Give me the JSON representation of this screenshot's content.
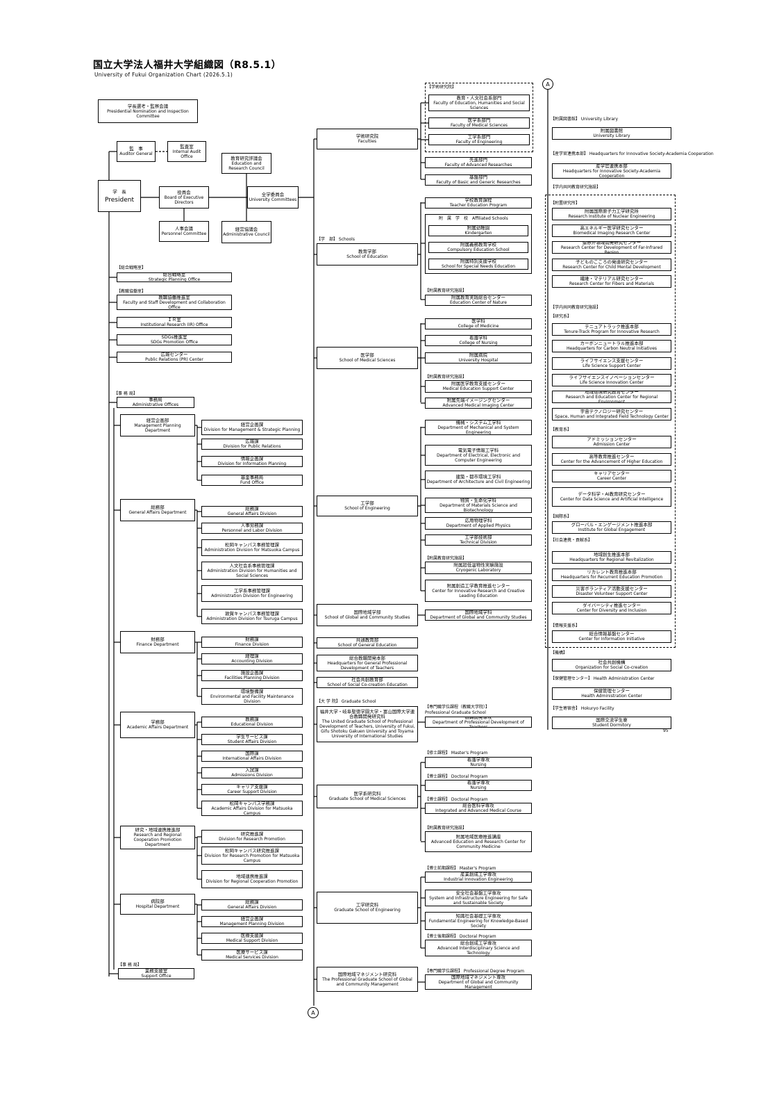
{
  "header": {
    "title": "国立大学法人福井大学組織図（R8.5.1）",
    "subtitle": "University of Fukui Organization Chart (2026.5.1)"
  },
  "connector_label": "A",
  "page_number": "95",
  "executive": {
    "nomination": {
      "ja": "学長選考・監察会議",
      "en": "Presidential Nomination and Inspection Committee"
    },
    "auditor": {
      "ja": "監　事",
      "en": "Auditor General"
    },
    "audit_office": {
      "ja": "監査室",
      "en": "Internal Audit Office"
    },
    "president": {
      "ja": "学　長",
      "en": "President"
    },
    "board": {
      "ja": "役員会",
      "en": "Board of Executive Directors"
    },
    "personnel": {
      "ja": "人事会議",
      "en": "Personnel Committee"
    },
    "education_research_council": {
      "ja": "教育研究評議会",
      "en": "Education and Research Council"
    },
    "admin_council": {
      "ja": "経営協議会",
      "en": "Administrative Council"
    },
    "university_committees": {
      "ja": "全学委員会",
      "en": "University Committees"
    }
  },
  "left_offices": {
    "strategic_label": "【総合戦略室】",
    "strategic": {
      "ja": "総合戦略室",
      "en": "Strategic Planning Office"
    },
    "collab_label": "【教職協働室】",
    "collab": {
      "ja": "教職協働推進室",
      "en": "Faculty and Staff Development and Collaboration Office"
    },
    "ir": {
      "ja": "ＩＲ室",
      "en": "Institutional Research (IR) Office"
    },
    "sdgs": {
      "ja": "SDGs推進室",
      "en": "SDGs Promotion Office"
    },
    "pr": {
      "ja": "広報センター",
      "en": "Public Relations (PR) Center"
    }
  },
  "admin": {
    "label": "【事 務 局】",
    "offices": {
      "ja": "事務局",
      "en": "Administrative Offices"
    },
    "departments": [
      {
        "ja": "経営企画部",
        "en": "Management Planning Department",
        "divisions": [
          {
            "ja": "経営企画課",
            "en": "Division for Management & Strategic Planning"
          },
          {
            "ja": "広報課",
            "en": "Division for Public Relations"
          },
          {
            "ja": "情報企画課",
            "en": "Division for Information Planning"
          },
          {
            "ja": "基金事務局",
            "en": "Fund Office"
          }
        ]
      },
      {
        "ja": "総務部",
        "en": "General Affairs Department",
        "divisions": [
          {
            "ja": "総務課",
            "en": "General Affairs Division"
          },
          {
            "ja": "人事労務課",
            "en": "Personnel and Labor Division"
          },
          {
            "ja": "松岡キャンパス事務管理課",
            "en": "Administration Division for Matsuoka Campus"
          },
          {
            "ja": "人文社会系事務管理課",
            "en": "Administration Division for Humanities and Social Sciences"
          },
          {
            "ja": "工学系事務管理課",
            "en": "Administration Division for Engineering"
          },
          {
            "ja": "敦賀キャンパス事務管理課",
            "en": "Administration Division for Tsuruga Campus"
          }
        ]
      },
      {
        "ja": "財務部",
        "en": "Finance Department",
        "divisions": [
          {
            "ja": "財務課",
            "en": "Finance Division"
          },
          {
            "ja": "経理課",
            "en": "Accounting Division"
          },
          {
            "ja": "施設企画課",
            "en": "Facilities Planning Division"
          },
          {
            "ja": "環境整備課",
            "en": "Environmental and Facility Maintenance Division"
          }
        ]
      },
      {
        "ja": "学務部",
        "en": "Academic Affairs Department",
        "divisions": [
          {
            "ja": "教務課",
            "en": "Educational Division"
          },
          {
            "ja": "学生サービス課",
            "en": "Student Affairs Division"
          },
          {
            "ja": "国際課",
            "en": "International Affairs Division"
          },
          {
            "ja": "入試課",
            "en": "Admissions Division"
          },
          {
            "ja": "キャリア支援課",
            "en": "Career Support Division"
          },
          {
            "ja": "松岡キャンパス学務課",
            "en": "Academic Affairs Division for Matsuoka Campus"
          }
        ]
      },
      {
        "ja": "研究・地域連携推進部",
        "en": "Research and Regional Cooperation Promotion Department",
        "divisions": [
          {
            "ja": "研究推進課",
            "en": "Division for Research Promotion"
          },
          {
            "ja": "松岡キャンパス研究推進課",
            "en": "Division for Research Promotion for Matsuoka Campus"
          },
          {
            "ja": "地域連携推進課",
            "en": "Division for Regional Cooperation Promotion"
          }
        ]
      },
      {
        "ja": "病院部",
        "en": "Hospital Department",
        "divisions": [
          {
            "ja": "総務課",
            "en": "General Affairs Division"
          },
          {
            "ja": "経営企画課",
            "en": "Management Planning Division"
          },
          {
            "ja": "医療支援課",
            "en": "Medical Support Division"
          },
          {
            "ja": "医療サービス課",
            "en": "Medical Services Division"
          }
        ]
      }
    ],
    "support_label": "【事 務 局】",
    "support": {
      "ja": "業務支援室",
      "en": "Support Office"
    }
  },
  "middle": {
    "faculties": {
      "ja": "学術研究院",
      "en": "Faculties"
    },
    "schools_label": "【学　部】 Schools",
    "schools": [
      {
        "ja": "教育学部",
        "en": "School of Education"
      },
      {
        "ja": "医学部",
        "en": "School of Medical Sciences"
      },
      {
        "ja": "工学部",
        "en": "School of Engineering"
      },
      {
        "ja": "国際地域学部",
        "en": "School of Global and Community Studies"
      }
    ],
    "general_education": {
      "ja": "共通教育部",
      "en": "School of General Education"
    },
    "teacher_hq": {
      "ja": "総合教職開発本部",
      "en": "Headquarters for General Professional Development of Teachers"
    },
    "social_cocreation": {
      "ja": "社会共創教育部",
      "en": "School of Social Co-creation Education"
    },
    "graduate_label": "【大 学 院】 Graduate School",
    "united": {
      "ja": "福井大学・岐阜聖徳学園大学・富山国際大学連合教職開発研究科",
      "en": "The United Graduate School of Professional Development of Teachers, University of Fukui, Gifu Shotoku Gakuen University and Toyama University of International Studies"
    },
    "med_grad": {
      "ja": "医学系研究科",
      "en": "Graduate School of Medical Sciences"
    },
    "eng_grad": {
      "ja": "工学研究科",
      "en": "Graduate School of Engineering"
    },
    "global_grad": {
      "ja": "国際地域マネジメント研究科",
      "en": "The Professional Graduate School of Global and Community Management"
    }
  },
  "right": {
    "faculty_dept_label": "【学術研究院】",
    "faculty_depts": [
      {
        "ja": "教育・人文社会系部門",
        "en": "Faculty of Education, Humanities and Social Sciences"
      },
      {
        "ja": "医学系部門",
        "en": "Faculty of Medical Sciences"
      },
      {
        "ja": "工学系部門",
        "en": "Faculty of Engineering"
      }
    ],
    "advanced": {
      "ja": "先進部門",
      "en": "Faculty of Advanced Researches"
    },
    "basic": {
      "ja": "基盤部門",
      "en": "Faculty of Basic and Generic Researches"
    },
    "teacher_program": {
      "ja": "学校教育課程",
      "en": "Teacher Education Program"
    },
    "attached_label": "附　属　学　校　Affiliated Schools",
    "attached": [
      {
        "ja": "附属幼稚園",
        "en": "Kindergarten"
      },
      {
        "ja": "附属義務教育学校",
        "en": "Compulsory Education School"
      },
      {
        "ja": "附属特別支援学校",
        "en": "School for Special Needs Education"
      }
    ],
    "edu_facility_label": "【附属教育研究施設】",
    "edu_nature": {
      "ja": "附属教育実践総合センター",
      "en": "Education Center of Nature"
    },
    "med_sub": [
      {
        "ja": "医学科",
        "en": "College of Medicine"
      },
      {
        "ja": "看護学科",
        "en": "College of Nursing"
      },
      {
        "ja": "附属病院",
        "en": "University Hospital"
      }
    ],
    "med_facility_label": "【附属教育研究施設】",
    "med_facilities": [
      {
        "ja": "附属医学教育支援センター",
        "en": "Medical Education Support Center"
      },
      {
        "ja": "附属先端イメージングセンター",
        "en": "Advanced Medical Imaging Center"
      }
    ],
    "eng_depts": [
      {
        "ja": "機械・システム工学科",
        "en": "Department of Mechanical and System Engineering"
      },
      {
        "ja": "電気電子情報工学科",
        "en": "Department of Electrical, Electronic and Computer Engineering"
      },
      {
        "ja": "建築・都市環境工学科",
        "en": "Department of Architecture and Civil Engineering"
      },
      {
        "ja": "物質・生命化学科",
        "en": "Department of Materials Science and Biotechnology"
      },
      {
        "ja": "応用物理学科",
        "en": "Department of Applied Physics"
      },
      {
        "ja": "工学部技術部",
        "en": "Technical Division"
      }
    ],
    "eng_facility_label": "【附属教育研究施設】",
    "eng_facilities": [
      {
        "ja": "附属超低温物性実験施設",
        "en": "Cryogenic Laboratory"
      },
      {
        "ja": "附属創造工学教育推進センター",
        "en": "Center for Innovative Research and Creative Leading Education"
      }
    ],
    "global_dept": {
      "ja": "国際地域学科",
      "en": "Department of Global and Community Studies"
    },
    "prof_grad_label": "【専門職学位課程（教職大学院）】",
    "prof_grad_en": "Professional Graduate School",
    "prof_dept": {
      "ja": "教職開発専攻",
      "en": "Department of Professional Development of Teachers"
    },
    "med_masters_label": "【修士課程】 Master's Program",
    "med_masters": {
      "ja": "看護学専攻",
      "en": "Nursing"
    },
    "med_doctoral_label": "【博士課程】 Doctoral Program",
    "med_doctoral": {
      "ja": "看護学専攻",
      "en": "Nursing"
    },
    "med_doctoral2_label": "【博士課程】 Doctoral Program",
    "med_doctoral2": {
      "ja": "総合医科学専攻",
      "en": "Integrated and Advanced Medical Course"
    },
    "med_grad_facility_label": "【附属教育研究施設】",
    "med_grad_facility": {
      "ja": "附属地域医療推進講座",
      "en": "Advanced Education and Research Center for Community Medicine"
    },
    "eng_masters_label": "【博士前期課程】 Master's Program",
    "eng_masters": [
      {
        "ja": "産業創成工学専攻",
        "en": "Industrial Innovation Engineering"
      },
      {
        "ja": "安全社会基盤工学専攻",
        "en": "System and Infrastructure Engineering for Safe and Sustainable Society"
      },
      {
        "ja": "知識社会基礎工学専攻",
        "en": "Fundamental Engineering for Knowledge-Based Society"
      }
    ],
    "eng_doctoral_label": "【博士後期課程】 Doctoral Program",
    "eng_doctoral": {
      "ja": "総合創成工学専攻",
      "en": "Advanced Interdisciplinary Science and Technology"
    },
    "global_grad_label": "【専門職学位課程】 Professional Degree Program",
    "global_grad_dept": {
      "ja": "国際地域マネジメント専攻",
      "en": "Department of Global and Community Management"
    }
  },
  "far_right": {
    "library_label": "【附属図書館】 University Library",
    "library": {
      "ja": "附属図書館",
      "en": "University Library"
    },
    "hq_label": "【産学官連携本部】 Headquarters for Innovative Society-Academia Cooperation",
    "hq": {
      "ja": "産学官連携本部",
      "en": "Headquarters for Innovative Society-Academia Cooperation"
    },
    "shared_label": "【学内共同教育研究施設】",
    "inst_label": "【附置研究所】",
    "institutes": [
      {
        "ja": "附属国際原子力工学研究所",
        "en": "Research Institute of Nuclear Engineering"
      },
      {
        "ja": "高エネルギー医学研究センター",
        "en": "Biomedical Imaging Research Center"
      },
      {
        "ja": "遠赤外領域開発研究センター",
        "en": "Research Center for Development of Far-Infrared Region"
      },
      {
        "ja": "子どものこころの発達研究センター",
        "en": "Research Center for Child Mental Development"
      },
      {
        "ja": "繊維・マテリアル研究センター",
        "en": "Research Center for Fibers and Materials"
      }
    ],
    "shared2_label": "【学内共同教育研究施設】",
    "research_label": "【研究系】",
    "research": [
      {
        "ja": "テニュアトラック推進本部",
        "en": "Tenure-Track Program for Innovative Research"
      },
      {
        "ja": "カーボンニュートラル推進本部",
        "en": "Headquarters for Carbon Neutral Initiatives"
      },
      {
        "ja": "ライフサイエンス支援センター",
        "en": "Life Science Support Center"
      },
      {
        "ja": "ライフサイエンスイノベーションセンター",
        "en": "Life Science Innovation Center"
      },
      {
        "ja": "地域環境研究教育センター",
        "en": "Research and Education Center for Regional Environment"
      },
      {
        "ja": "宇宙テクノロジー研究センター",
        "en": "Space, Human and Integrated Field Technology Center"
      }
    ],
    "education_label": "【教育系】",
    "education": [
      {
        "ja": "アドミッションセンター",
        "en": "Admission Center"
      },
      {
        "ja": "高等教育推進センター",
        "en": "Center for the Advancement of Higher Education"
      },
      {
        "ja": "キャリアセンター",
        "en": "Career Center"
      },
      {
        "ja": "データ科学・AI教育研究センター",
        "en": "Center for Data Science and Artificial Intelligence"
      }
    ],
    "intl_label": "【国際系】",
    "intl": {
      "ja": "グローバル・エンゲージメント推進本部",
      "en": "Institute for Global Engagement"
    },
    "society_label": "【社会連携・貢献系】",
    "society": [
      {
        "ja": "地域創生推進本部",
        "en": "Headquarters for Regional Revitalization"
      },
      {
        "ja": "リカレント教育推進本部",
        "en": "Headquarters for Recurrent Education Promotion"
      },
      {
        "ja": "災害ボランティア活動支援センター",
        "en": "Disaster Volunteer Support Center"
      },
      {
        "ja": "ダイバーシティ推進センター",
        "en": "Center for Diversity and Inclusion"
      }
    ],
    "info_label": "【情報支援系】",
    "info": {
      "ja": "総合情報基盤センター",
      "en": "Center for Information Initiative"
    },
    "cocreation_label": "【機構】",
    "cocreation": {
      "ja": "社会共創機構",
      "en": "Organization for Social Co-creation"
    },
    "health_label": "【保健管理センター】 Health Administration Center",
    "health": {
      "ja": "保健管理センター",
      "en": "Health Administration Center"
    },
    "dorm_label": "【学生寄宿舎】 Hokuryo Facility",
    "dorm": {
      "ja": "国際交流学生寮",
      "en": "Student Dormitory"
    }
  }
}
